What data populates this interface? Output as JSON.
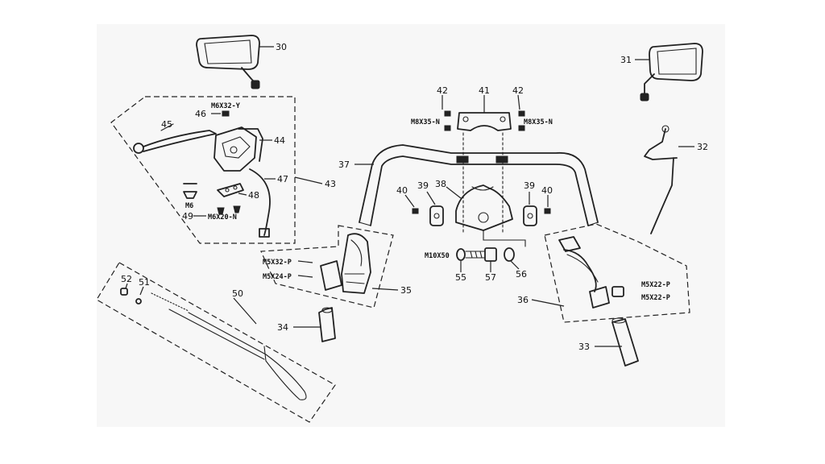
{
  "callouts": {
    "c30": "30",
    "c31": "31",
    "c32": "32",
    "c33": "33",
    "c34": "34",
    "c35": "35",
    "c36": "36",
    "c37": "37",
    "c38": "38",
    "c39a": "39",
    "c39b": "39",
    "c40a": "40",
    "c40b": "40",
    "c41": "41",
    "c42a": "42",
    "c42b": "42",
    "c43": "43",
    "c44": "44",
    "c45": "45",
    "c46": "46",
    "c47": "47",
    "c48": "48",
    "c49": "49",
    "c50": "50",
    "c51": "51",
    "c52": "52",
    "c55": "55",
    "c56": "56",
    "c57": "57"
  },
  "specs": {
    "m6x32y": "M6X32-Y",
    "m6": "M6",
    "m6x20n": "M6X20-N",
    "m8x35n_left": "M8X35-N",
    "m8x35n_right": "M8X35-N",
    "m5x32p": "M5X32-P",
    "m5x24p": "M5X24-P",
    "m10x50": "M10X50",
    "m5x22p_top": "M5X22-P",
    "m5x22p_bottom": "M5X22-P"
  },
  "colors": {
    "line": "#222222",
    "background": "#ffffff"
  }
}
